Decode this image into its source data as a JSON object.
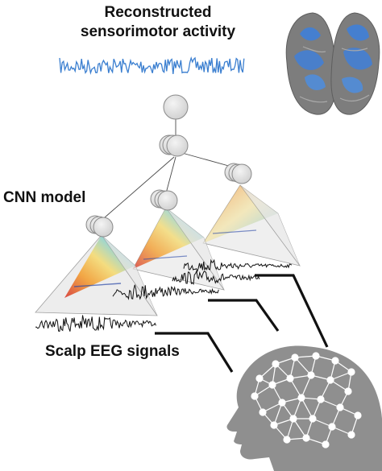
{
  "title": {
    "line1": "Reconstructed",
    "line2": "sensorimotor activity"
  },
  "labels": {
    "cnn_model": "CNN model",
    "scalp_eeg": "Scalp EEG signals"
  },
  "colors": {
    "trace_blue": "#3b7fd0",
    "eeg_black": "#111111",
    "node_fill": "#dcdcdc",
    "node_stroke": "#8a8a8a",
    "cortex_gray": "#7d7d7d",
    "cortex_blue": "#3f7fd8",
    "head_gray": "#8f8f8f",
    "spectrogram": [
      "#2c4aa8",
      "#4fb8e8",
      "#f4d060",
      "#e8702c",
      "#c83a2a"
    ]
  },
  "icons": {
    "brain": "cortex-surface-icon",
    "head": "head-network-icon"
  }
}
